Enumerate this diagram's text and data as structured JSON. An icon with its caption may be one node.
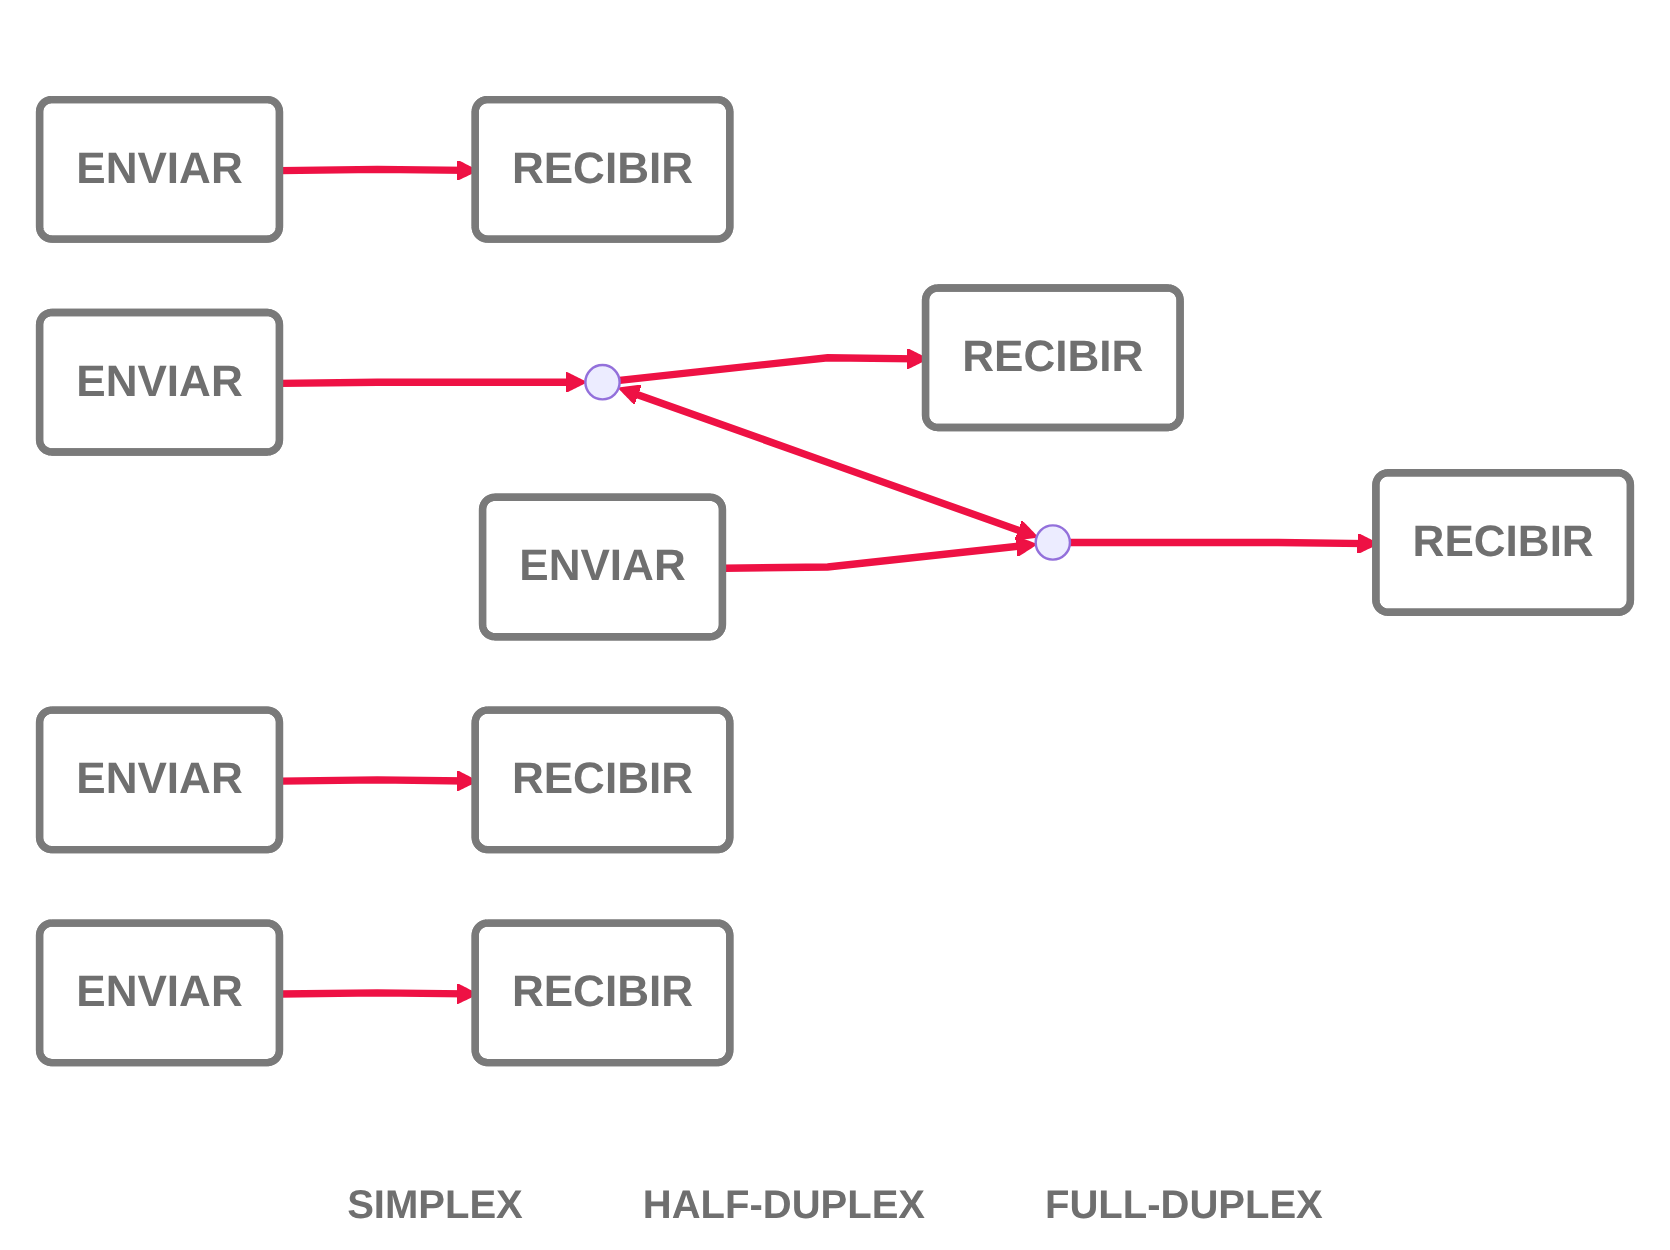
{
  "diagram": {
    "nodes": [
      {
        "text": [
          "ENVIAR"
        ]
      },
      {
        "text": [
          "RECIBIR"
        ]
      },
      {
        "text": [
          "ENVIAR"
        ]
      },
      {
        "text": [
          "RECIBIR"
        ]
      },
      {
        "text": [],
        "shape": "circle"
      },
      {
        "text": [],
        "shape": "circle"
      },
      {
        "text": [
          "RECIBIR"
        ]
      },
      {
        "text": [
          "ENVIAR"
        ]
      },
      {
        "text": [
          "ENVIAR"
        ]
      },
      {
        "text": [
          "RECIBIR"
        ]
      },
      {
        "text": [
          "RECIBIR"
        ]
      },
      {
        "text": [
          "ENVIAR"
        ]
      }
    ],
    "edges": [
      {
        "from": 0,
        "to": 1,
        "arrow": "to"
      },
      {
        "from": 2,
        "to": 4,
        "arrow": "to"
      },
      {
        "from": 4,
        "to": 6,
        "arrow": "to"
      },
      {
        "from": 4,
        "to": 5,
        "arrow": "both"
      },
      {
        "from": 5,
        "to": 3,
        "arrow": "to"
      },
      {
        "from": 7,
        "to": 5,
        "arrow": "to"
      },
      {
        "from": 8,
        "to": 9,
        "arrow": "to"
      },
      {
        "from": 11,
        "to": 10,
        "arrow": "to"
      }
    ],
    "labels": [
      "SIMPLEX",
      "HALF-DUPLEX",
      "FULL-DUPLEX"
    ]
  }
}
